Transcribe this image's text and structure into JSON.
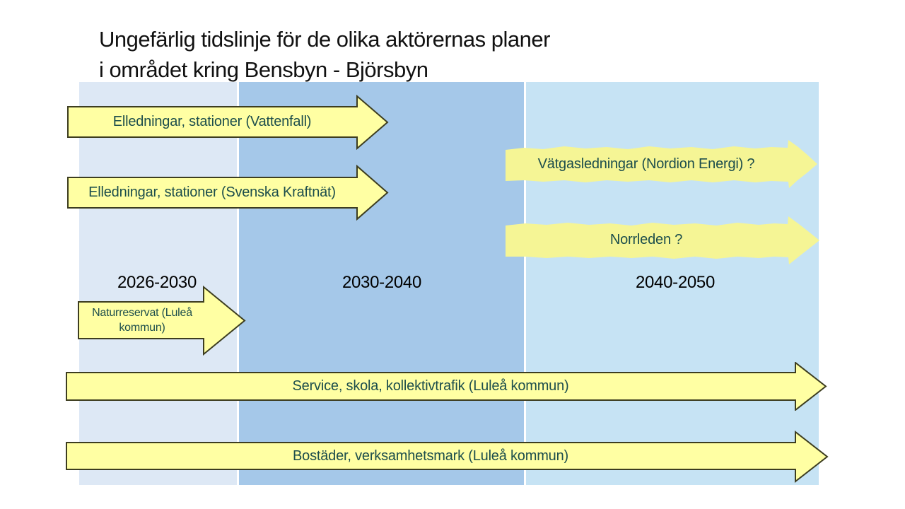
{
  "title": {
    "line1": "Ungefärlig tidslinje för de olika aktörernas planer",
    "line2": "i området kring Bensbyn - Björsbyn"
  },
  "timeline": {
    "periods": [
      {
        "label": "2026-2030",
        "band_color": "#dde8f5"
      },
      {
        "label": "2030-2040",
        "band_color": "#a5c8e9"
      },
      {
        "label": "2040-2050",
        "band_color": "#c6e3f4"
      }
    ]
  },
  "arrows": {
    "vattenfall": {
      "label": "Elledningar, stationer (Vattenfall)",
      "style": "outlined-block-arrow",
      "period": "2026-2040"
    },
    "svenska_kraftnat": {
      "label": "Elledningar, stationer (Svenska Kraftnät)",
      "style": "outlined-block-arrow",
      "period": "2026-2040"
    },
    "vatgasledningar": {
      "label": "Vätgasledningar (Nordion Energi) ?",
      "style": "hand-drawn-arrow",
      "period": "2040-2050"
    },
    "norrleden": {
      "label": "Norrleden ?",
      "style": "hand-drawn-arrow",
      "period": "2040-2050"
    },
    "naturreservat": {
      "label": "Naturreservat (Luleå kommun)",
      "style": "outlined-block-arrow",
      "period": "2026-2030"
    },
    "service": {
      "label": "Service, skola, kollektivtrafik (Luleå kommun)",
      "style": "outlined-block-arrow",
      "period": "2026-2050"
    },
    "bostader": {
      "label": "Bostäder, verksamhetsmark (Luleå kommun)",
      "style": "outlined-block-arrow",
      "period": "2026-2050"
    }
  },
  "colors": {
    "arrow_fill": "#ffffa3",
    "arrow_border": "#3d3d20",
    "arrow_text": "#1d4e4c",
    "hand_arrow_fill": "#f5f595",
    "band_1": "#dde8f5",
    "band_2": "#a5c8e9",
    "band_3": "#c6e3f4",
    "title_text": "#111111",
    "period_text": "#000000"
  }
}
